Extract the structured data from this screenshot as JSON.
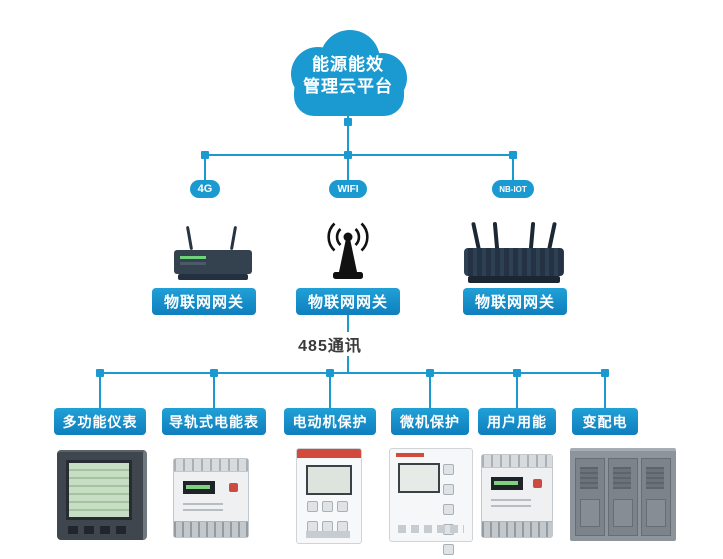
{
  "colors": {
    "line": "#1b9ad2",
    "box_top": "#21a0d8",
    "box_bottom": "#0f7fbd",
    "cloud": "#1b9ad2",
    "bus_text": "#3a3a3a"
  },
  "cloud": {
    "line1": "能源能效",
    "line2": "管理云平台"
  },
  "badges": [
    {
      "label": "4G"
    },
    {
      "label": "WIFI"
    },
    {
      "label": "NB-IOT"
    }
  ],
  "gateways": [
    {
      "label": "物联网网关"
    },
    {
      "label": "物联网网关"
    },
    {
      "label": "物联网网关"
    }
  ],
  "bus_label": "485通讯",
  "devices": [
    {
      "label": "多功能仪表"
    },
    {
      "label": "导轨式电能表"
    },
    {
      "label": "电动机保护"
    },
    {
      "label": "微机保护"
    },
    {
      "label": "用户用能"
    },
    {
      "label": "变配电"
    }
  ]
}
